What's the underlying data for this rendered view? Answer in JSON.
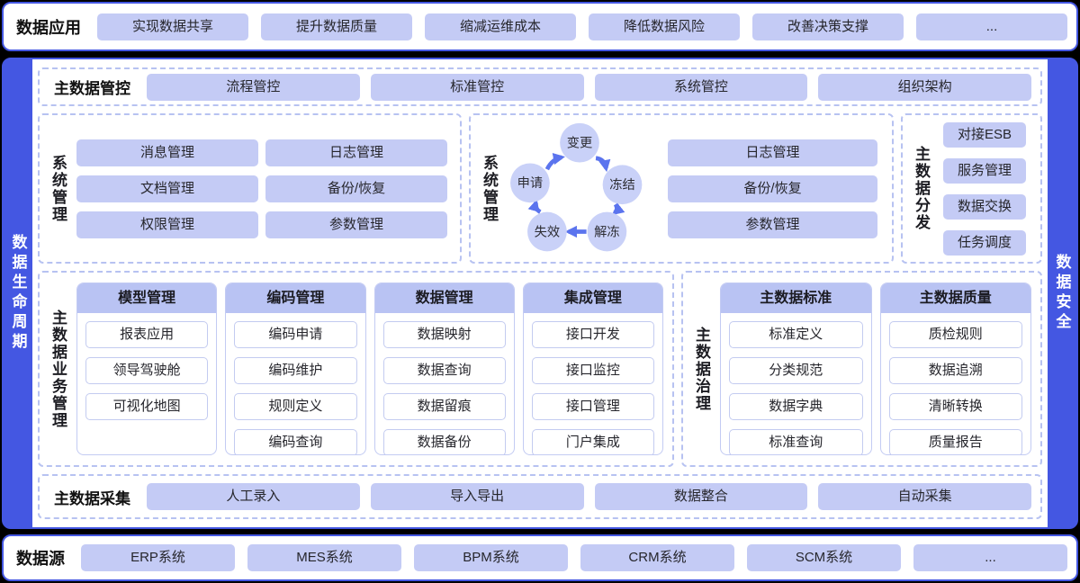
{
  "top_bar": {
    "label": "数据应用",
    "items": [
      "实现数据共享",
      "提升数据质量",
      "缩减运维成本",
      "降低数据风险",
      "改善决策支撑",
      "..."
    ]
  },
  "left_sidebar": {
    "label": "数据生命周期"
  },
  "right_sidebar": {
    "label": "数据安全"
  },
  "control_row": {
    "label": "主数据管控",
    "items": [
      "流程管控",
      "标准管控",
      "系统管控",
      "组织架构"
    ]
  },
  "system_mgmt_left": {
    "label": "系统管理",
    "items": [
      "消息管理",
      "日志管理",
      "文档管理",
      "备份/恢复",
      "权限管理",
      "参数管理"
    ]
  },
  "system_mgmt_mid": {
    "label": "系统管理",
    "cycle": [
      "变更",
      "冻结",
      "解冻",
      "失效",
      "申请"
    ],
    "items": [
      "日志管理",
      "备份/恢复",
      "参数管理"
    ]
  },
  "distribution": {
    "label": "主数据分发",
    "items": [
      "对接ESB",
      "服务管理",
      "数据交换",
      "任务调度"
    ]
  },
  "business_mgmt": {
    "label": "主数据业务管理",
    "cards": [
      {
        "title": "模型管理",
        "items": [
          "报表应用",
          "领导驾驶舱",
          "可视化地图"
        ]
      },
      {
        "title": "编码管理",
        "items": [
          "编码申请",
          "编码维护",
          "规则定义",
          "编码查询"
        ]
      },
      {
        "title": "数据管理",
        "items": [
          "数据映射",
          "数据查询",
          "数据留痕",
          "数据备份"
        ]
      },
      {
        "title": "集成管理",
        "items": [
          "接口开发",
          "接口监控",
          "接口管理",
          "门户集成"
        ]
      }
    ]
  },
  "governance": {
    "label": "主数据治理",
    "cards": [
      {
        "title": "主数据标准",
        "items": [
          "标准定义",
          "分类规范",
          "数据字典",
          "标准查询"
        ]
      },
      {
        "title": "主数据质量",
        "items": [
          "质检规则",
          "数据追溯",
          "清晰转换",
          "质量报告"
        ]
      }
    ]
  },
  "collection_row": {
    "label": "主数据采集",
    "items": [
      "人工录入",
      "导入导出",
      "数据整合",
      "自动采集"
    ]
  },
  "bottom_bar": {
    "label": "数据源",
    "items": [
      "ERP系统",
      "MES系统",
      "BPM系统",
      "CRM系统",
      "SCM系统",
      "..."
    ]
  },
  "colors": {
    "frame_blue": "#4457e2",
    "chip_purple": "#c4cbf5",
    "card_header_purple": "#b9c3f3",
    "cycle_circle": "#c9d1f8",
    "arrow_blue": "#5b74ee",
    "dashed_border": "#b7c2f1"
  }
}
